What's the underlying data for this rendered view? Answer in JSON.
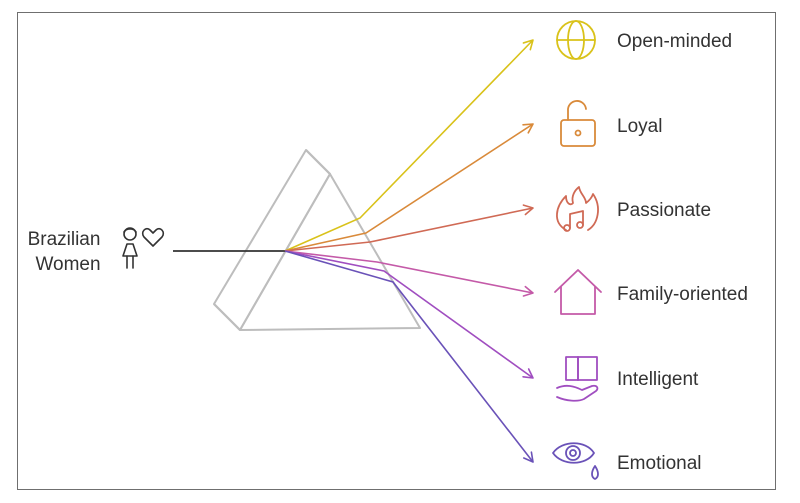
{
  "source": {
    "line1": "Brazilian",
    "line2": "Women",
    "icon": "woman-heart-icon",
    "color": "#333333"
  },
  "traits": [
    {
      "label": "Open-minded",
      "icon": "globe-icon",
      "color": "#d9c21a"
    },
    {
      "label": "Loyal",
      "icon": "unlocked-padlock-icon",
      "color": "#d98a3a"
    },
    {
      "label": "Passionate",
      "icon": "flame-music-icon",
      "color": "#d06a55"
    },
    {
      "label": "Family-oriented",
      "icon": "house-icon",
      "color": "#c45aa8"
    },
    {
      "label": "Intelligent",
      "icon": "book-hand-icon",
      "color": "#a04ec0"
    },
    {
      "label": "Emotional",
      "icon": "eye-tear-icon",
      "color": "#6a52b8"
    }
  ],
  "prism_color": "#bdbdbd"
}
